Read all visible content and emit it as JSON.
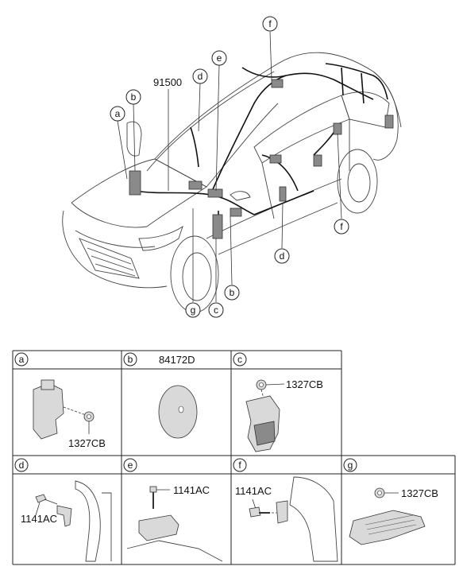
{
  "main_diagram": {
    "harness_part": "91500",
    "callouts": {
      "a": "a",
      "b_top": "b",
      "d_top": "d",
      "e_top": "e",
      "f_top": "f",
      "f_right": "f",
      "d_bottom": "d",
      "b_bottom": "b",
      "c_bottom": "c",
      "g_bottom": "g"
    }
  },
  "parts_table": {
    "row1": [
      {
        "letter": "a",
        "parts": [
          "1327CB"
        ]
      },
      {
        "letter": "b",
        "parts": [
          "84172D"
        ]
      },
      {
        "letter": "c",
        "parts": [
          "1327CB"
        ]
      }
    ],
    "row2": [
      {
        "letter": "d",
        "parts": [
          "1141AC"
        ]
      },
      {
        "letter": "e",
        "parts": [
          "1141AC"
        ]
      },
      {
        "letter": "f",
        "parts": [
          "1141AC"
        ]
      },
      {
        "letter": "g",
        "parts": [
          "1327CB"
        ]
      }
    ]
  },
  "colors": {
    "line": "#222222",
    "part_fill": "#d9d9d9",
    "background": "#ffffff"
  }
}
